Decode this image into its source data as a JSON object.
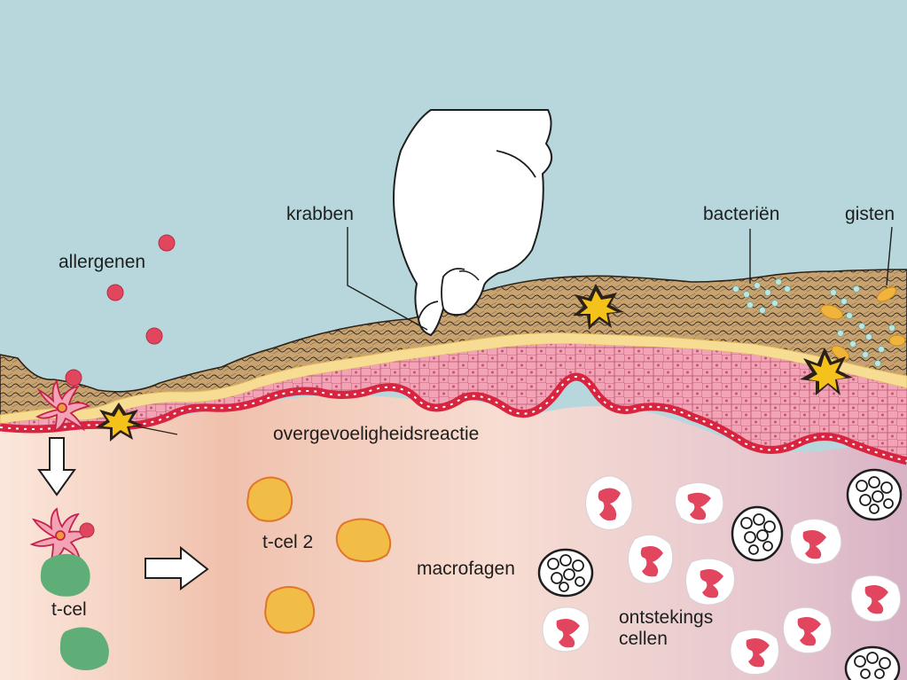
{
  "labels": {
    "allergens": "allergenen",
    "scratching": "krabben",
    "bacteria": "bacteriën",
    "yeasts": "gisten",
    "hypersensitivity": "overgevoeligheidsreactie",
    "t_cell": "t-cel",
    "t_cell_2": "t-cel 2",
    "macrophages": "macrofagen",
    "inflammatory_cells": "ontstekings cellen"
  },
  "colors": {
    "sky": "#b7d7dc",
    "stratum_corneum": "#c7a16c",
    "granular_layer": "#f6dd93",
    "epidermis": "#f3a6b8",
    "basal_layer": "#d8243f",
    "dermis_left": "#f6d8cc",
    "dermis_right": "#d9b5c4",
    "allergen": "#e2465f",
    "t_cell": "#5fae78",
    "t_cell_2": "#f2bd47",
    "yeast": "#f0b43c",
    "bacterium": "#bfe6de",
    "damage": "#f4c21a"
  },
  "icons": [
    "hand-icon",
    "arrow-down-icon",
    "arrow-right-icon",
    "dendritic-cell-icon",
    "damage-burst-icon"
  ]
}
